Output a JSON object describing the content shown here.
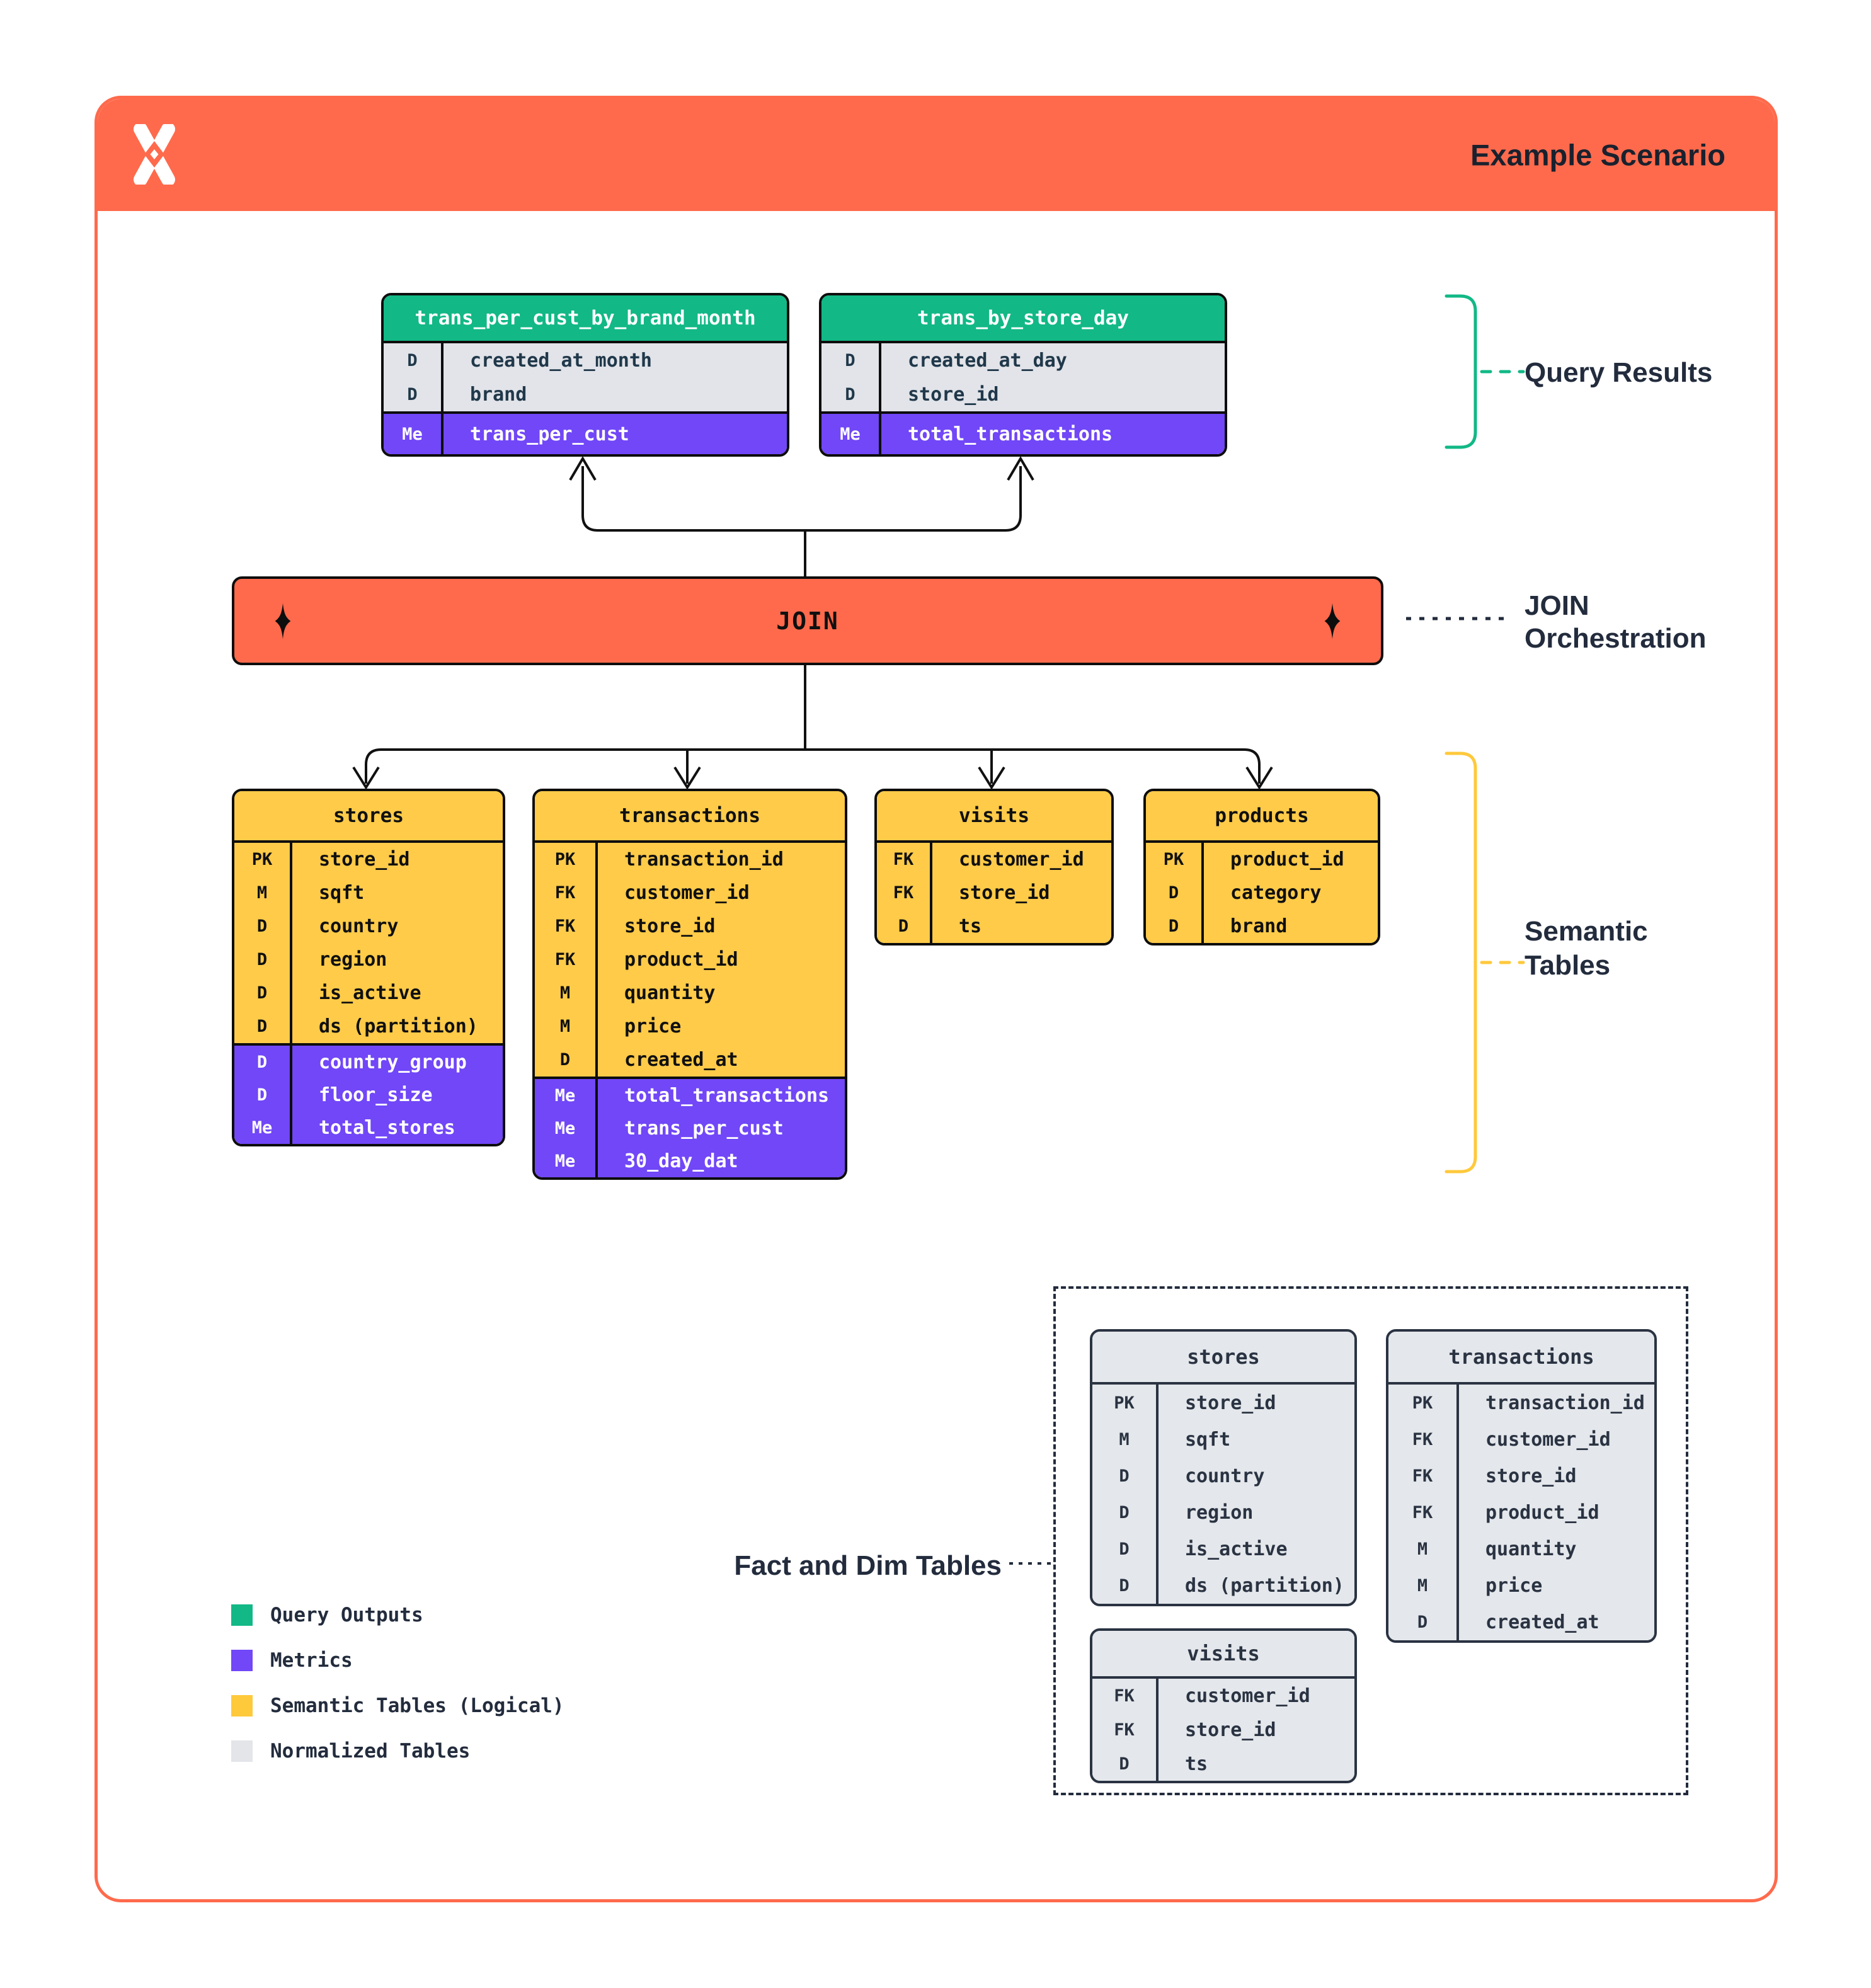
{
  "header": {
    "title": "Example Scenario"
  },
  "join": {
    "label": "JOIN"
  },
  "annotations": {
    "query_results": "Query Results",
    "join_orchestration": "JOIN Orchestration",
    "semantic_tables": "Semantic Tables",
    "fact_and_dim": "Fact and Dim Tables"
  },
  "query_results_tables": [
    {
      "name": "trans_per_cust_by_brand_month",
      "rows": [
        [
          "D",
          "created_at_month"
        ],
        [
          "D",
          "brand"
        ]
      ],
      "metrics": [
        [
          "Me",
          "trans_per_cust"
        ]
      ]
    },
    {
      "name": "trans_by_store_day",
      "rows": [
        [
          "D",
          "created_at_day"
        ],
        [
          "D",
          "store_id"
        ]
      ],
      "metrics": [
        [
          "Me",
          "total_transactions"
        ]
      ]
    }
  ],
  "semantic_tables": [
    {
      "name": "stores",
      "rows": [
        [
          "PK",
          "store_id"
        ],
        [
          "M",
          "sqft"
        ],
        [
          "D",
          "country"
        ],
        [
          "D",
          "region"
        ],
        [
          "D",
          "is_active"
        ],
        [
          "D",
          "ds (partition)"
        ]
      ],
      "metrics": [
        [
          "D",
          "country_group"
        ],
        [
          "D",
          "floor_size"
        ],
        [
          "Me",
          "total_stores"
        ]
      ]
    },
    {
      "name": "transactions",
      "rows": [
        [
          "PK",
          "transaction_id"
        ],
        [
          "FK",
          "customer_id"
        ],
        [
          "FK",
          "store_id"
        ],
        [
          "FK",
          "product_id"
        ],
        [
          "M",
          "quantity"
        ],
        [
          "M",
          "price"
        ],
        [
          "D",
          "created_at"
        ]
      ],
      "metrics": [
        [
          "Me",
          "total_transactions"
        ],
        [
          "Me",
          "trans_per_cust"
        ],
        [
          "Me",
          "30_day_dat"
        ]
      ]
    },
    {
      "name": "visits",
      "rows": [
        [
          "FK",
          "customer_id"
        ],
        [
          "FK",
          "store_id"
        ],
        [
          "D",
          "ts"
        ]
      ],
      "metrics": []
    },
    {
      "name": "products",
      "rows": [
        [
          "PK",
          "product_id"
        ],
        [
          "D",
          "category"
        ],
        [
          "D",
          "brand"
        ]
      ],
      "metrics": []
    }
  ],
  "normalized_tables": [
    {
      "name": "stores",
      "rows": [
        [
          "PK",
          "store_id"
        ],
        [
          "M",
          "sqft"
        ],
        [
          "D",
          "country"
        ],
        [
          "D",
          "region"
        ],
        [
          "D",
          "is_active"
        ],
        [
          "D",
          "ds (partition)"
        ]
      ]
    },
    {
      "name": "transactions",
      "rows": [
        [
          "PK",
          "transaction_id"
        ],
        [
          "FK",
          "customer_id"
        ],
        [
          "FK",
          "store_id"
        ],
        [
          "FK",
          "product_id"
        ],
        [
          "M",
          "quantity"
        ],
        [
          "M",
          "price"
        ],
        [
          "D",
          "created_at"
        ]
      ]
    },
    {
      "name": "visits",
      "rows": [
        [
          "FK",
          "customer_id"
        ],
        [
          "FK",
          "store_id"
        ],
        [
          "D",
          "ts"
        ]
      ]
    }
  ],
  "legend": {
    "items": [
      {
        "label": "Query Outputs",
        "color": "#12B886"
      },
      {
        "label": "Metrics",
        "color": "#7147F7"
      },
      {
        "label": "Semantic Tables (Logical)",
        "color": "#FFC93C"
      },
      {
        "label": "Normalized Tables",
        "color": "#E3E5E9"
      }
    ]
  },
  "colors": {
    "accent_orange": "#FF6A4C",
    "query_output_green": "#12B886",
    "metric_purple": "#7147F7",
    "semantic_yellow": "#FFCB49",
    "normalized_gray": "#E4E7EB",
    "label_navy": "#232C3D"
  }
}
